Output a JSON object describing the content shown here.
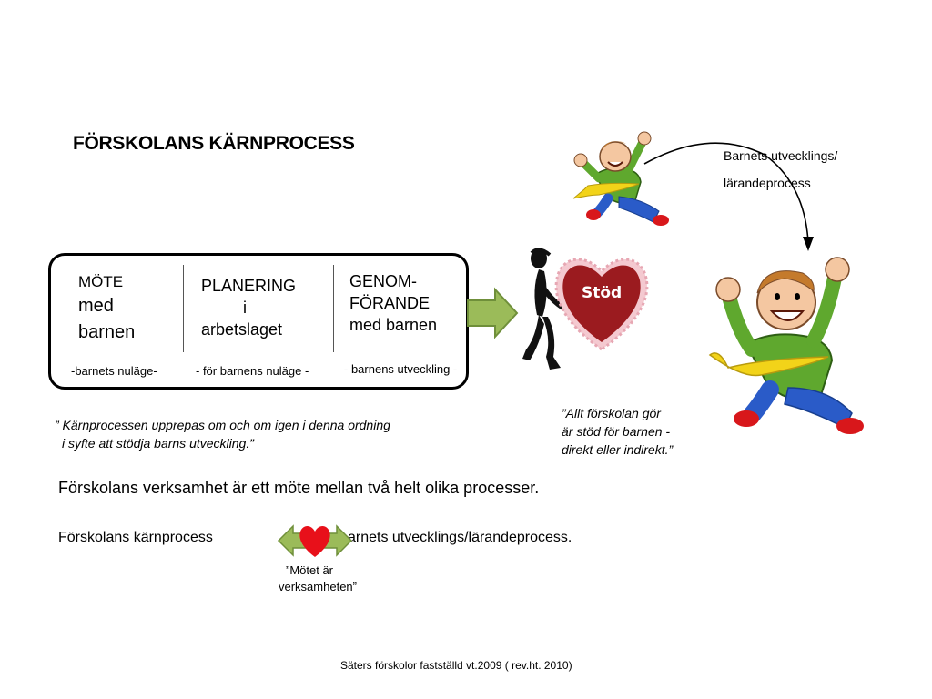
{
  "title": "FÖRSKOLANS KÄRNPROCESS",
  "process_box": {
    "col1": {
      "line1": "MÖTE",
      "line2": "med",
      "line3": "barnen",
      "sub": "-barnets nuläge-"
    },
    "col2": {
      "line1": "PLANERING",
      "line2": "i",
      "line3": "arbetslaget",
      "sub": "- för barnens  nuläge -"
    },
    "col3": {
      "line1": "GENOM-",
      "line2": "FÖRANDE",
      "line3": "med barnen",
      "sub": "- barnens  utveckling -"
    }
  },
  "heart_label": "Stöd",
  "child_process_label": {
    "line1": "Barnets utvecklings/",
    "line2": "lärandeprocess"
  },
  "quote_left": {
    "line1": "” Kärnprocessen upprepas om och om  igen i denna ordning",
    "line2": "i syfte att stödja barns utveckling.”"
  },
  "quote_right": {
    "line1": "”Allt förskolan gör",
    "line2": "är stöd för barnen -",
    "line3": "direkt eller indirekt.”"
  },
  "statement": "Förskolans verksamhet är ett möte mellan två helt olika processer.",
  "bottom_left": "Förskolans kärnprocess",
  "bottom_right": "arnets utvecklings/lärandeprocess.",
  "meeting_note": {
    "line1": "”Mötet är",
    "line2": "verksamheten”"
  },
  "footer": "Säters förskolor fastställd vt.2009 ( rev.ht. 2010)",
  "colors": {
    "arrow_green": "#9bbb59",
    "arrow_green_edge": "#6f8f3a",
    "heart_red": "#9b1b1f",
    "bottom_heart": "#e8101a",
    "shirt_green": "#5fa82e",
    "pants_blue": "#2a5bc8",
    "scarf_yellow": "#f2d319",
    "shoe_red": "#d8171b"
  },
  "icons": [
    "walking-figure-icon",
    "stod-heart-icon",
    "jumping-child-icon",
    "double-arrow-heart-icon"
  ]
}
